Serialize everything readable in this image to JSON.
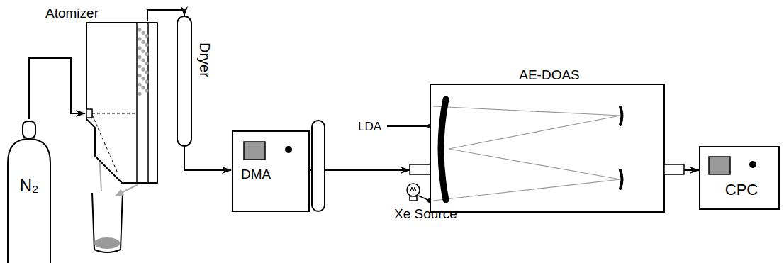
{
  "diagram": {
    "nodes": [
      {
        "text": [
          "N₂"
        ]
      },
      {
        "text": [
          "Atomizer"
        ]
      },
      {
        "text": [
          "Dryer"
        ]
      },
      {
        "text": [
          "DMA"
        ]
      },
      {
        "text": [
          "AE-DOAS"
        ]
      },
      {
        "text": [
          "CPC"
        ]
      }
    ],
    "edges": [
      {
        "from": 0,
        "to": 1,
        "arrow": "to"
      },
      {
        "from": 1,
        "to": 2,
        "arrow": "to"
      },
      {
        "from": 2,
        "to": 3,
        "arrow": "to"
      },
      {
        "from": 3,
        "to": 4,
        "arrow": "to"
      },
      {
        "from": 4,
        "to": 5,
        "arrow": "to"
      }
    ],
    "labels": [
      "LDA",
      "Xe Source"
    ]
  }
}
